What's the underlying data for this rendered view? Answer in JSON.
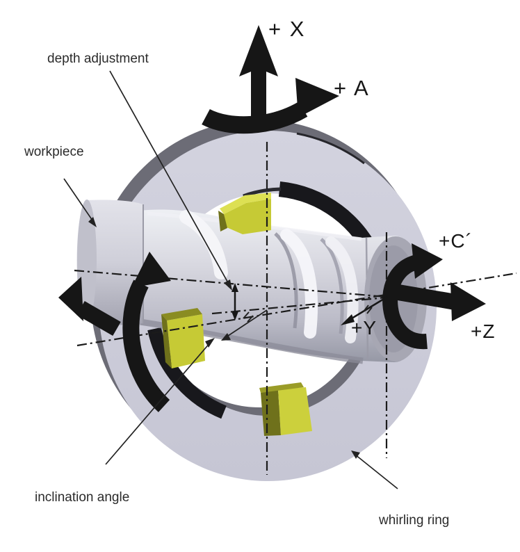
{
  "diagram": {
    "type": "thread-whirling-kinematics",
    "labels": {
      "depth_adjustment": "depth adjustment",
      "workpiece": "workpiece",
      "inclination_angle": "inclination angle",
      "whirling_ring": "whirling ring"
    },
    "axes": {
      "x": "+ X",
      "a": "+ A",
      "c": "+C´",
      "y": "+Y",
      "z": "+Z"
    },
    "colors": {
      "background": "#ffffff",
      "ring_face": "#cbcbd8",
      "ring_side": "#6c6c76",
      "ring_bore_shadow": "#18181c",
      "shaft_light": "#eaeaf0",
      "shaft_dark": "#9193a0",
      "end_face": "#a7a7b3",
      "cutter_face": "#c6ca35",
      "cutter_bright": "#dde053",
      "cutter_dark": "#6f711b",
      "arrow_black": "#161616",
      "label_text": "#2b2b2b"
    }
  }
}
